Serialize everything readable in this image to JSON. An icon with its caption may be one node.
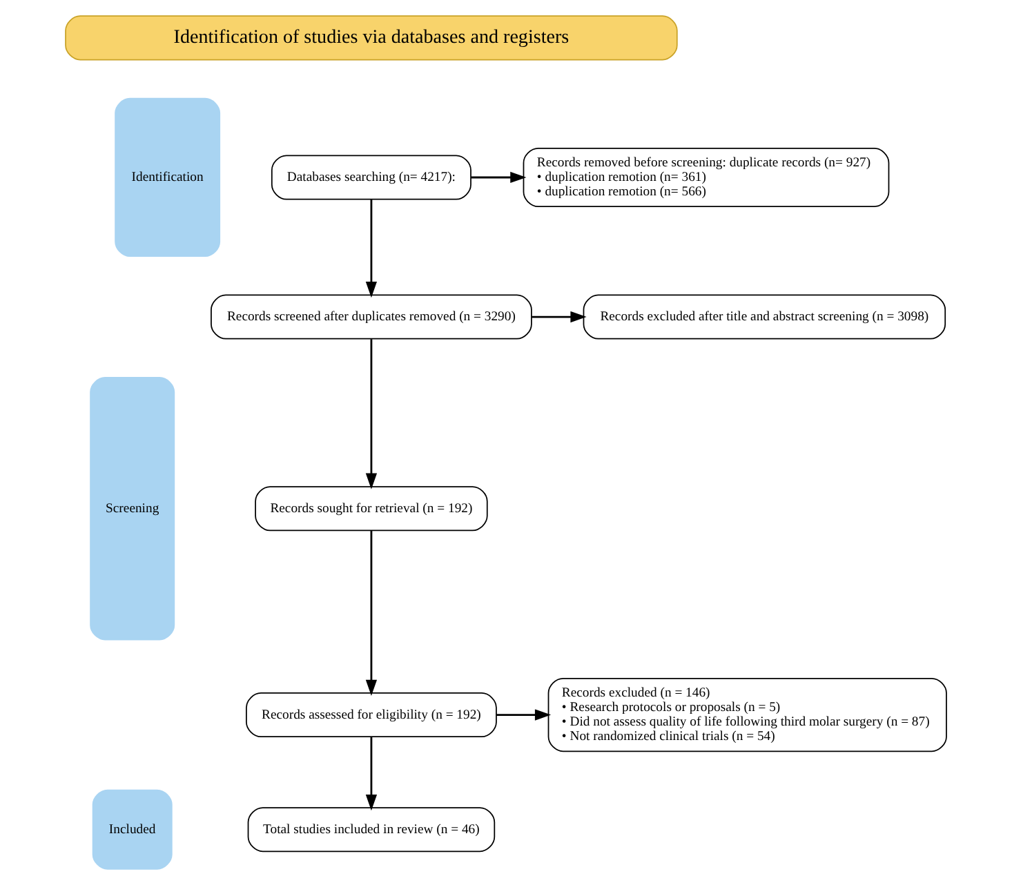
{
  "diagram": {
    "nodes": [
      {
        "text": [
          "Identification of studies via databases and registers"
        ]
      },
      {
        "text": [
          "Identification"
        ]
      },
      {
        "text": [
          "Screening"
        ]
      },
      {
        "text": [
          "Included"
        ]
      },
      {
        "text": [
          "Databases searching (n= 4217):"
        ]
      },
      {
        "text": [
          "Records removed before screening: duplicate records (n= 927)",
          "• duplication remotion (n= 361)",
          "• duplication remotion (n= 566)"
        ]
      },
      {
        "text": [
          "Records screened after duplicates removed (n = 3290)"
        ]
      },
      {
        "text": [
          "Records excluded after title and abstract screening (n = 3098)"
        ]
      },
      {
        "text": [
          "Records sought for retrieval (n = 192)"
        ]
      },
      {
        "text": [
          "Records assessed for eligibility (n = 192)"
        ]
      },
      {
        "text": [
          "Records excluded (n = 146)",
          "• Research protocols or proposals (n = 5)",
          "• Did not assess quality of life following third molar surgery (n = 87)",
          "• Not randomized clinical trials (n = 54)"
        ]
      },
      {
        "text": [
          "Total studies included in review (n = 46)"
        ]
      }
    ],
    "edges": [
      {
        "from": 4,
        "to": 5,
        "arrow": "to"
      },
      {
        "from": 4,
        "to": 6,
        "arrow": "to"
      },
      {
        "from": 6,
        "to": 7,
        "arrow": "to"
      },
      {
        "from": 6,
        "to": 8,
        "arrow": "to"
      },
      {
        "from": 8,
        "to": 9,
        "arrow": "to"
      },
      {
        "from": 9,
        "to": 10,
        "arrow": "to"
      },
      {
        "from": 9,
        "to": 11,
        "arrow": "to"
      }
    ]
  }
}
